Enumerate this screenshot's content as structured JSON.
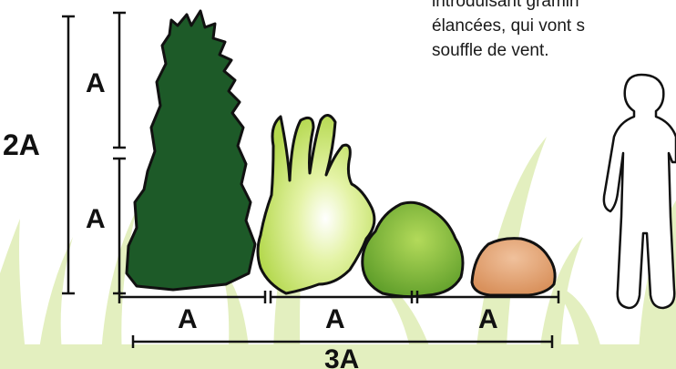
{
  "dimension_labels": {
    "left_tall": "2A",
    "left_upper": "A",
    "left_lower": "A",
    "bottom_1": "A",
    "bottom_2": "A",
    "bottom_3": "A",
    "bottom_total": "3A"
  },
  "caption_lines": [
    "introduisant   gramin",
    "élancées, qui vont s",
    "souffle de vent."
  ],
  "colors": {
    "background_grass": "#e3efbf",
    "dark_conifer": "#1d5a28",
    "light_grass_plant": "#c8e468",
    "round_shrub": "#7cb83c",
    "small_mound": "#e2a674",
    "outline": "#111111"
  },
  "icons": [
    "person-silhouette-icon"
  ]
}
